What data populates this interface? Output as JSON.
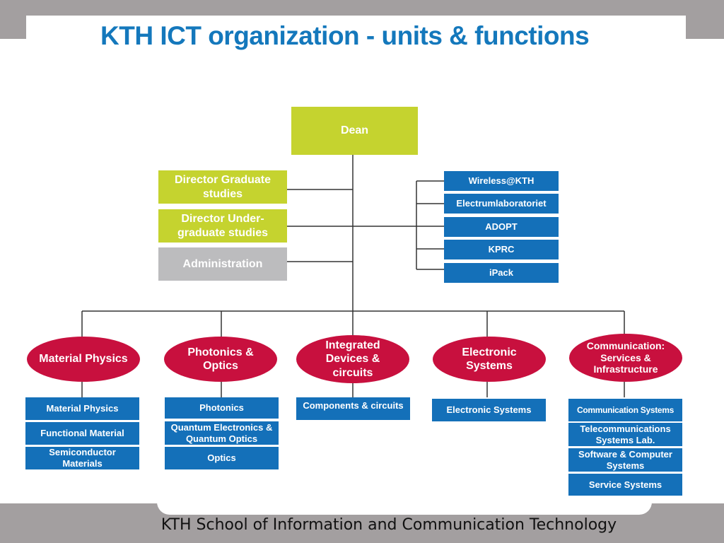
{
  "title": "KTH ICT organization - units & functions",
  "footer": "KTH School of Information and Communication Technology",
  "colors": {
    "title": "#1478bc",
    "green_box": "#c5d32f",
    "gray_box": "#bcbcbe",
    "blue_box": "#1470b9",
    "red_oval": "#c8103e",
    "frame": "#a39fa0"
  },
  "dean": "Dean",
  "staff": {
    "graduate": "Director Graduate\nstudies",
    "undergraduate": "Director Under-\ngraduate studies",
    "administration": "Administration"
  },
  "centers": [
    "Wireless@KTH",
    "Electrumlaboratoriet",
    "ADOPT",
    "KPRC",
    "iPack"
  ],
  "units": [
    {
      "name": "Material Physics",
      "functions": [
        "Material Physics",
        "Functional  Material",
        "Semiconductor\nMaterials"
      ]
    },
    {
      "name": "Photonics &\nOptics",
      "functions": [
        "Photonics",
        "Quantum Electronics &\nQuantum Optics",
        "Optics"
      ]
    },
    {
      "name": "Integrated\nDevices &\ncircuits",
      "functions": [
        "Components & circuits"
      ]
    },
    {
      "name": "Electronic\nSystems",
      "functions": [
        "Electronic Systems"
      ]
    },
    {
      "name": "Communication:\nServices &\nInfrastructure",
      "functions": [
        "Communication Systems",
        "Telecommunications\nSystems Lab.",
        "Software & Computer\nSystems",
        "Service Systems"
      ]
    }
  ]
}
